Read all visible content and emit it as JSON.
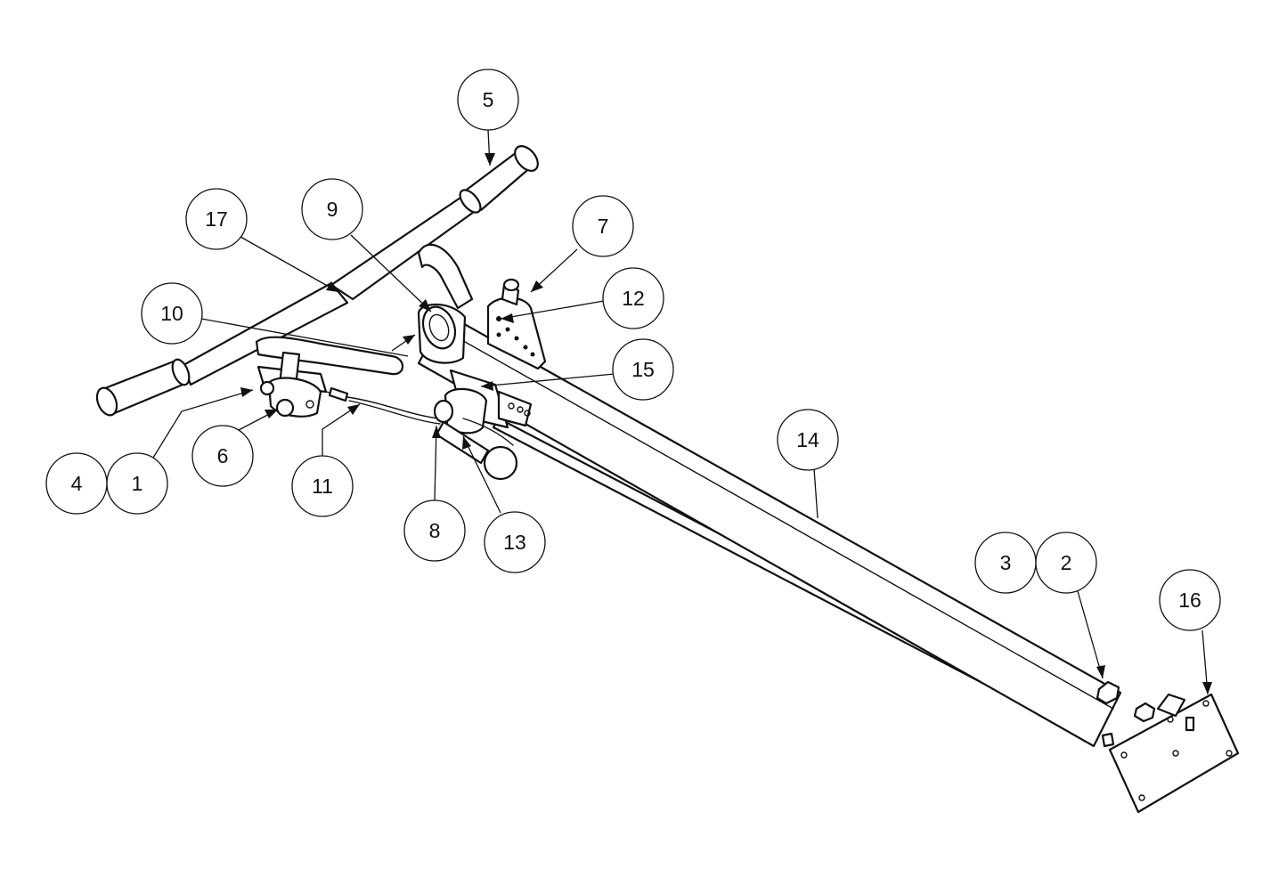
{
  "diagram": {
    "callouts": [
      {
        "id": "c5",
        "label": "5"
      },
      {
        "id": "c17",
        "label": "17"
      },
      {
        "id": "c9",
        "label": "9"
      },
      {
        "id": "c7",
        "label": "7"
      },
      {
        "id": "c12",
        "label": "12"
      },
      {
        "id": "c10",
        "label": "10"
      },
      {
        "id": "c15",
        "label": "15"
      },
      {
        "id": "c14",
        "label": "14"
      },
      {
        "id": "c4",
        "label": "4"
      },
      {
        "id": "c1",
        "label": "1"
      },
      {
        "id": "c6",
        "label": "6"
      },
      {
        "id": "c11",
        "label": "11"
      },
      {
        "id": "c8",
        "label": "8"
      },
      {
        "id": "c13",
        "label": "13"
      },
      {
        "id": "c3",
        "label": "3"
      },
      {
        "id": "c2",
        "label": "2"
      },
      {
        "id": "c16",
        "label": "16"
      }
    ],
    "colors": {
      "line": "#111111",
      "background": "#ffffff"
    }
  }
}
